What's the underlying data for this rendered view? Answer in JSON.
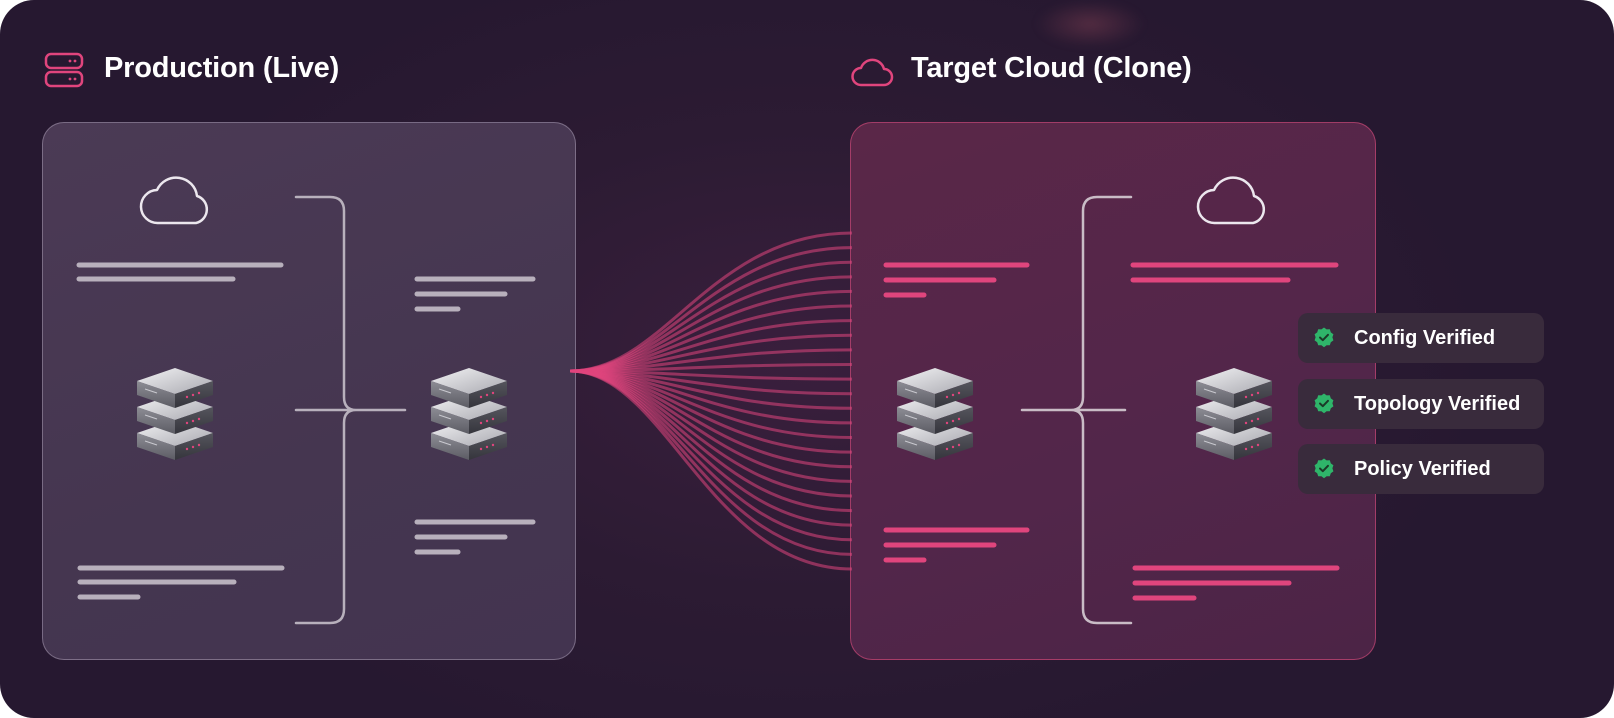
{
  "source": {
    "title": "Production (Live)",
    "icon": "server-stack-icon"
  },
  "target": {
    "title": "Target Cloud (Clone)",
    "icon": "cloud-outline-icon"
  },
  "badges": [
    {
      "label": "Config Verified",
      "icon": "check-badge-icon"
    },
    {
      "label": "Topology Verified",
      "icon": "check-badge-icon"
    },
    {
      "label": "Policy Verified",
      "icon": "check-badge-icon"
    }
  ],
  "colors": {
    "accent": "#e0457d",
    "neutral_line": "#b4aab8",
    "check_green": "#2fb56a",
    "background": "#2c1b33"
  }
}
